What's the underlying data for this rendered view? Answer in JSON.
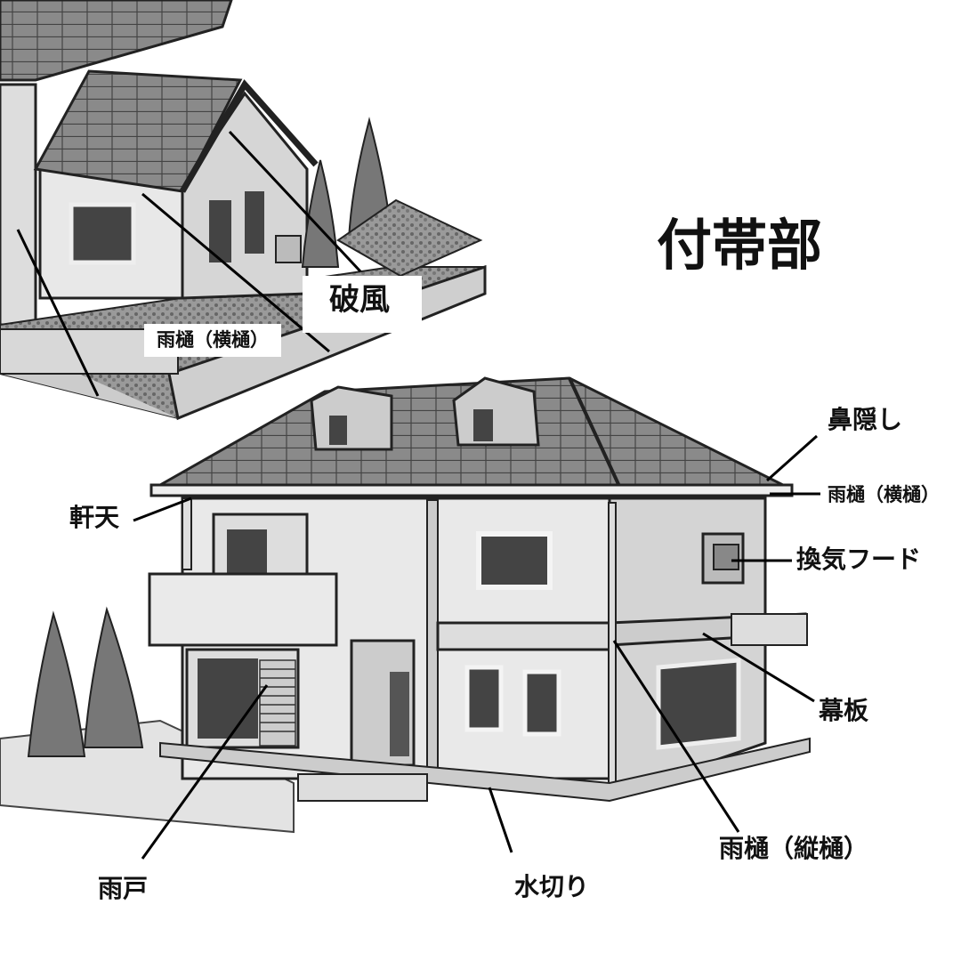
{
  "title": "付帯部",
  "labels": {
    "hafu": "破風",
    "amadoi_yoko_top": "雨樋（横樋）",
    "hanakakushi": "鼻隠し",
    "amadoi_yoko_right": "雨樋（横樋）",
    "nokiten": "軒天",
    "kanki_hood": "換気フード",
    "makuita": "幕板",
    "amado": "雨戸",
    "mizukiri": "水切り",
    "amadoi_tate": "雨樋（縦樋）"
  }
}
